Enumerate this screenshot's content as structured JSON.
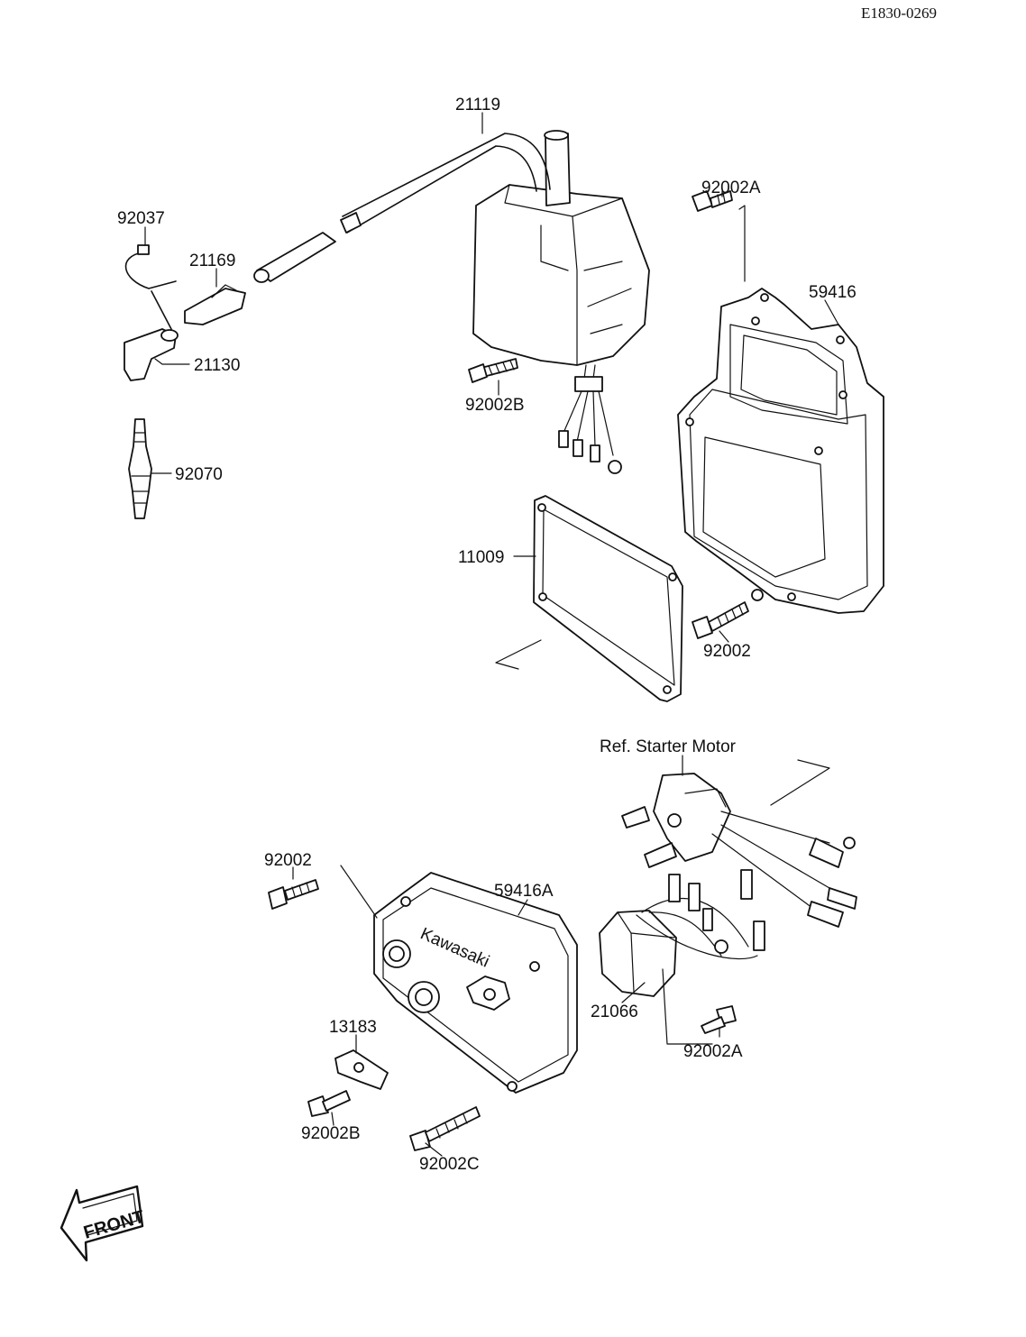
{
  "document_code": "E1830-0269",
  "callouts": {
    "c21119": "21119",
    "c92037": "92037",
    "c21169": "21169",
    "c21130": "21130",
    "c92070": "92070",
    "c92002B_top": "92002B",
    "c92002A_top": "92002A",
    "c59416": "59416",
    "c11009": "11009",
    "c92002_top": "92002",
    "ref_starter": "Ref. Starter Motor",
    "c92002_bottom": "92002",
    "c59416A": "59416A",
    "c13183": "13183",
    "c92002B_bottom": "92002B",
    "c92002C": "92002C",
    "c21066": "21066",
    "c92002A_bottom": "92002A"
  },
  "cover_brand": "Kawasaki",
  "front_badge": "FRONT"
}
